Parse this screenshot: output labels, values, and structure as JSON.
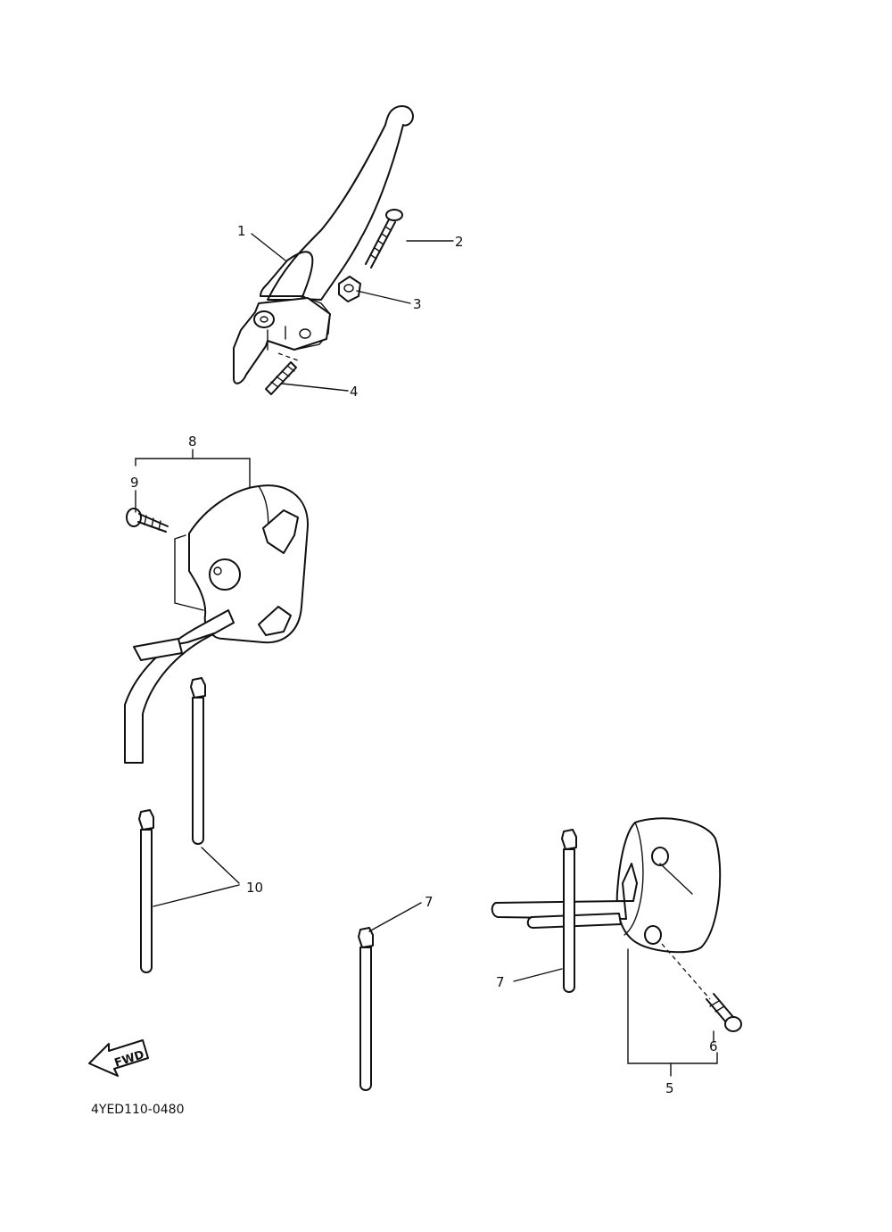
{
  "diagram": {
    "callouts": [
      "1",
      "2",
      "3",
      "4",
      "5",
      "6",
      "7",
      "7",
      "8",
      "9",
      "10"
    ],
    "fwd_label": "FWD",
    "diagram_code": "4YED110-0480"
  },
  "colors": {
    "line": "#111111",
    "background": "#ffffff"
  }
}
